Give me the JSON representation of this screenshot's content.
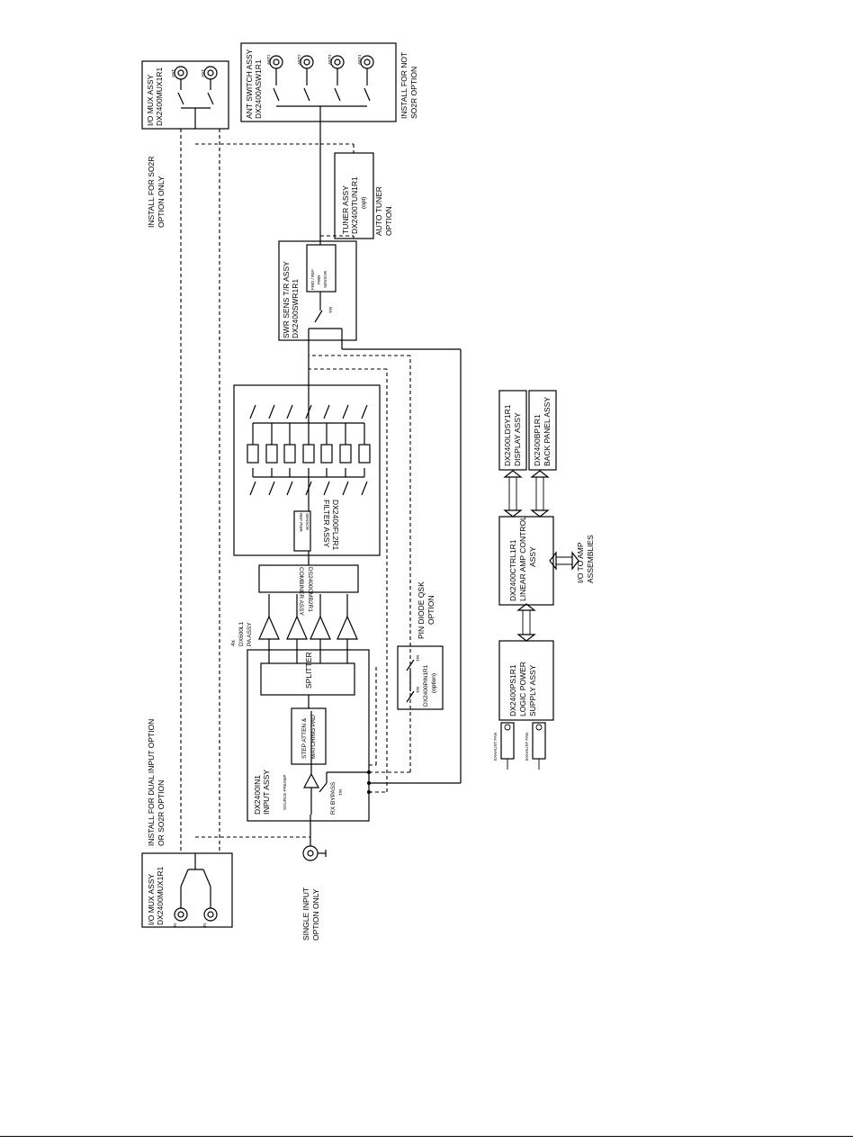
{
  "blocks": {
    "io_mux_left": {
      "line1": "I/O MUX ASSY",
      "line2": "DX2400MUX1R1",
      "c1": "IN",
      "c2": "IN"
    },
    "io_mux_right": {
      "line1": "I/O MUX ASSY",
      "line2": "DX2400MUX1R1",
      "c1": "ANT",
      "c2": "ANT"
    },
    "ant_switch": {
      "line1": "ANT SWITCH ASSY",
      "line2": "DX2400ASW1R1",
      "c1": "ANT1",
      "c2": "ANT2",
      "c3": "ANT3",
      "c4": "ANT4"
    },
    "input": {
      "line1": "DX2400IN1",
      "line2": "INPUT ASSY",
      "amp": "SOURCE PREAMP",
      "bypass": "RX BYPASS",
      "tr": "T/R"
    },
    "step_atten": {
      "line1": "STEP ATTEN &",
      "line2": "MATCHING PAD"
    },
    "splitter": {
      "label": "SPLITTER"
    },
    "pa": {
      "line1": "4x",
      "line2": "DX600L1",
      "line3": "PA ASSY"
    },
    "combiner": {
      "line1": "COMBINER ASSY",
      "line2": "DS2400CMB2R1"
    },
    "filter": {
      "line1": "FILTER ASSY",
      "line2": "DX2400FL2R1",
      "sensor1": "REF PWR",
      "sensor2": "SENSOR"
    },
    "swr": {
      "line1": "SWR SENS T/R ASSY",
      "line2": "DX2400SWR1R1",
      "s1": "FWD / REF",
      "s2": "PWR",
      "s3": "SENSOR",
      "tr": "T/R"
    },
    "tuner": {
      "line1": "TUNER ASSY",
      "line2": "DX2400TUN1R1",
      "line3": "(opt)"
    },
    "pin_diode": {
      "line1": "DX2400PIN1R1",
      "line2": "(option)",
      "tr1": "T/R",
      "tr2": "T/R"
    },
    "logic_ps": {
      "line1": "DX2400PS1R1",
      "line2": "LOGIC POWER",
      "line3": "SUPPLY ASSY"
    },
    "control": {
      "line1": "DX2400CTRL1R1",
      "line2": "LINEAR AMP CONTROL",
      "line3": "ASSY"
    },
    "display": {
      "line1": "DX2400LDSY1R1",
      "line2": "DISPLAY ASSY"
    },
    "back_panel": {
      "line1": "DX2400BP1R1",
      "line2": "BACK PANEL ASSY"
    },
    "fan1": "EXHAUST FAN",
    "fan2": "EXHAUST FAN"
  },
  "notes": {
    "single_input": [
      "SINGLE INPUT",
      "OPTION ONLY"
    ],
    "dual_input": [
      "INSTALL FOR DUAL INPUT OPTION",
      "OR SO2R OPTION"
    ],
    "so2r_only": [
      "INSTALL FOR SO2R",
      "OPTION ONLY"
    ],
    "not_so2r": [
      "INSTALL FOR NOT",
      "SO2R OPTION"
    ],
    "auto_tuner": [
      "AUTO TUNER",
      "OPTION"
    ],
    "pin_diode": [
      "PIN DIODE QSK",
      "OPTION"
    ],
    "io_amp": [
      "I/O TO AMP",
      "ASSEMBLIES"
    ]
  },
  "colors": {
    "line": "#000000",
    "background": "#ffffff"
  }
}
